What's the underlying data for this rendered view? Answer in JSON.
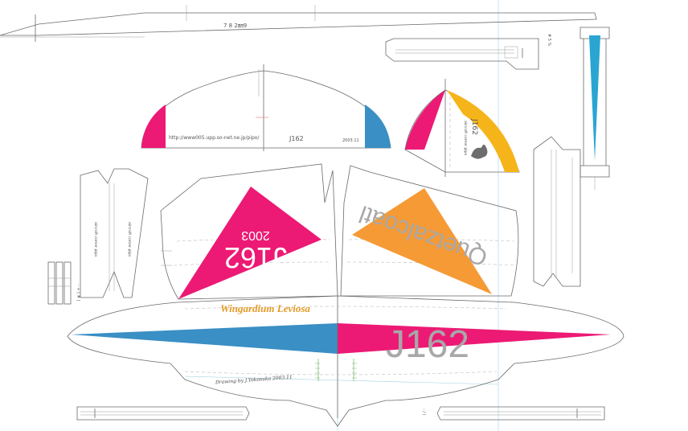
{
  "colors": {
    "pink": "#ec1a74",
    "blue": "#3a8fc4",
    "cyan": "#2aa5d2",
    "orange": "#f59a35",
    "yellow": "#f5b41a",
    "gray_text": "#a8a8a8",
    "title_orange": "#e39a25",
    "small_orange": "#d88818",
    "line": "#6a6a6a"
  },
  "top_strip": {
    "label": "7 8   2㎜9"
  },
  "tail_wing": {
    "url": "http://www005.upp.so-net.ne.jp/pipo/",
    "code": "J162",
    "date": "2003.11"
  },
  "fin": {
    "code": "J162",
    "credit": "aircraft corner pipo"
  },
  "side_rods": {
    "credit_a": "aircraft corner pipo",
    "credit_b": "aircraft corner pipo"
  },
  "main_left": {
    "code": "J162",
    "year": "2003"
  },
  "main_right": {
    "name": "Quetzalcoatl"
  },
  "main_wing": {
    "title": "Wingardium Leviosa",
    "code": "J162",
    "drawing_credit": "Drawing by J.Yokosuka 2003.11"
  },
  "misc": {
    "right_marks": "# 5 %",
    "left_marks": "- + ( # )",
    "bottom_mark": "- / l"
  }
}
